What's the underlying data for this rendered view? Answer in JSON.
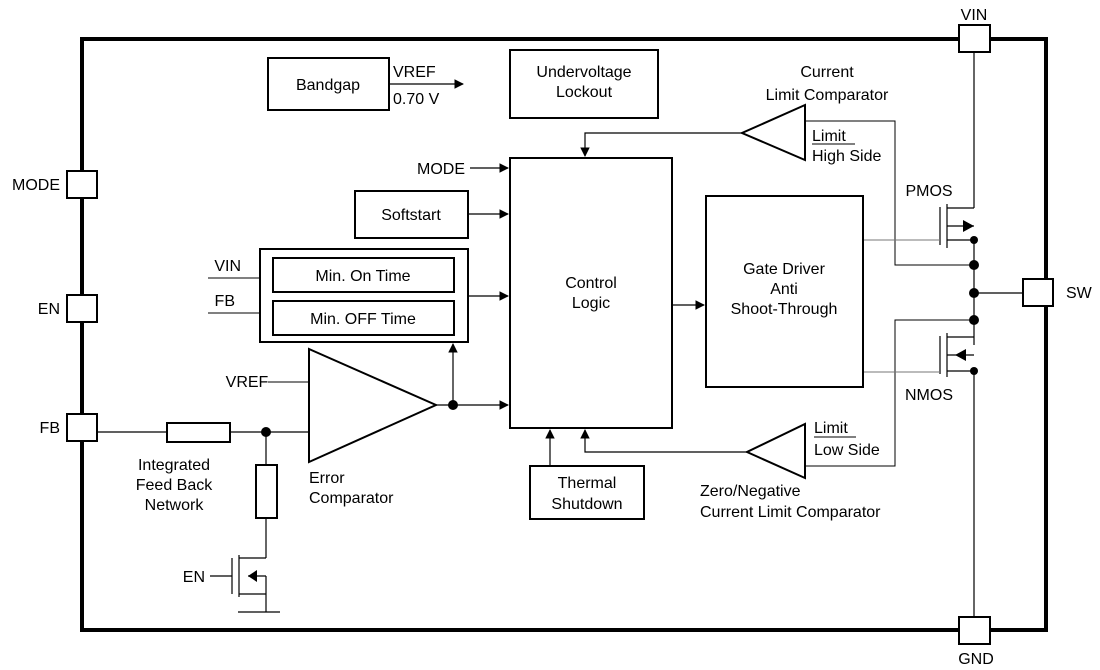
{
  "pins": {
    "vin": "VIN",
    "gnd": "GND",
    "mode": "MODE",
    "en": "EN",
    "fb": "FB",
    "sw": "SW"
  },
  "blocks": {
    "bandgap": "Bandgap",
    "vref_out": "VREF",
    "vref_value": "0.70 V",
    "uvlo_line1": "Undervoltage",
    "uvlo_line2": "Lockout",
    "softstart": "Softstart",
    "min_on_time": "Min. On Time",
    "min_off_time": "Min. OFF Time",
    "control_line1": "Control",
    "control_line2": "Logic",
    "gate_line1": "Gate Driver",
    "gate_line2": "Anti",
    "gate_line3": "Shoot-Through",
    "thermal_line1": "Thermal",
    "thermal_line2": "Shutdown"
  },
  "labels": {
    "mode_in": "MODE",
    "vin_in": "VIN",
    "fb_in": "FB",
    "vref_in": "VREF",
    "current_limit_line1": "Current",
    "current_limit_line2": "Limit Comparator",
    "limit_hs_line1": "Limit",
    "limit_hs_line2": "High Side",
    "limit_ls_line1": "Limit",
    "limit_ls_line2": "Low Side",
    "zero_neg_line1": "Zero/Negative",
    "zero_neg_line2": "Current Limit Comparator",
    "error_line1": "Error",
    "error_line2": "Comparator",
    "feedback_line1": "Integrated",
    "feedback_line2": "Feed Back",
    "feedback_line3": "Network",
    "pmos": "PMOS",
    "nmos": "NMOS",
    "en_gate": "EN"
  }
}
